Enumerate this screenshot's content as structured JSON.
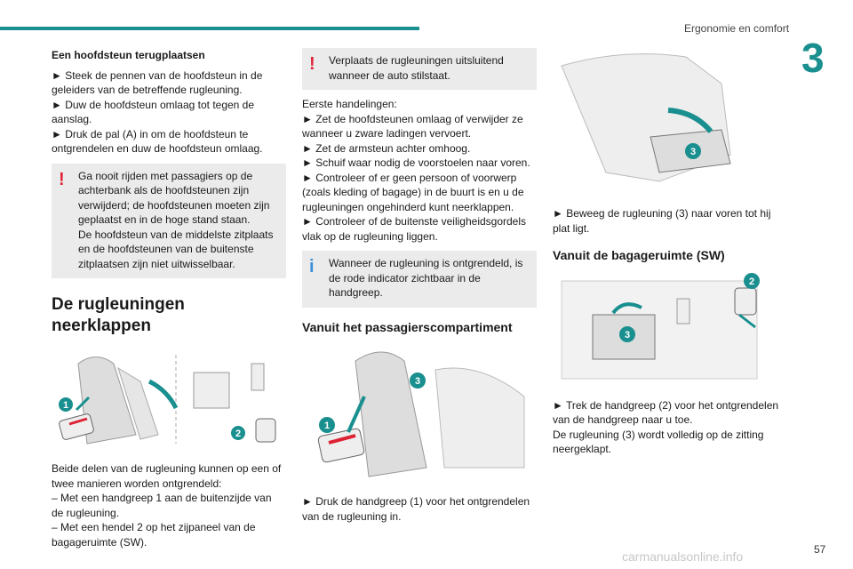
{
  "header": {
    "section_title": "Ergonomie en comfort",
    "chapter_number": "3",
    "accent_color": "#1a8f8f"
  },
  "col1": {
    "heading": "Een hoofdsteun terugplaatsen",
    "steps": [
      "► Steek de pennen van de hoofdsteun in de geleiders van de betreffende rugleuning.",
      "► Duw de hoofdsteun omlaag tot tegen de aanslag.",
      "► Druk de pal (A) in om de hoofdsteun te ontgrendelen en duw de hoofdsteun omlaag."
    ],
    "warning": {
      "icon": "warning-icon",
      "line1": "Ga nooit rijden met passagiers op de achterbank als de hoofdsteunen zijn verwijderd; de hoofdsteunen moeten zijn geplaatst en in de hoge stand staan.",
      "line2": "De hoofdsteun van de middelste zitplaats en de hoofdsteunen van de buitenste zitplaatsen zijn niet uitwisselbaar."
    },
    "big_heading": "De rugleuningen neerklappen",
    "figure_labels": [
      "1",
      "2"
    ],
    "intro": "Beide delen van de rugleuning kunnen op een of twee manieren worden ontgrendeld:",
    "items": [
      "– Met een handgreep 1 aan de buitenzijde van de rugleuning.",
      "– Met een hendel 2 op het zijpaneel van de bagageruimte (SW)."
    ]
  },
  "col2": {
    "warning": {
      "icon": "warning-icon",
      "text": "Verplaats de rugleuningen uitsluitend wanneer de auto stilstaat."
    },
    "intro": "Eerste handelingen:",
    "steps": [
      "► Zet de hoofdsteunen omlaag of verwijder ze wanneer u zware ladingen vervoert.",
      "► Zet de armsteun achter omhoog.",
      "► Schuif waar nodig de voorstoelen naar voren.",
      "► Controleer of er geen persoon of voorwerp (zoals kleding of bagage) in de buurt is en u de rugleuningen ongehinderd kunt neerklappen.",
      "► Controleer of de buitenste veiligheidsgordels vlak op de rugleuning liggen."
    ],
    "info": {
      "icon": "info-icon",
      "text": "Wanneer de rugleuning is ontgrendeld, is de rode indicator zichtbaar in de handgreep."
    },
    "subheading": "Vanuit het passagierscompartiment",
    "figure_labels": [
      "3",
      "1"
    ],
    "caption": "► Druk de handgreep (1) voor het ontgrendelen van de rugleuning in."
  },
  "col3": {
    "figure_labels": [
      "3"
    ],
    "caption": "► Beweeg de rugleuning (3) naar voren tot hij plat ligt.",
    "subheading": "Vanuit de bagageruimte (SW)",
    "figure2_labels": [
      "2",
      "3"
    ],
    "caption2_line1": "► Trek de handgreep (2) voor het ontgrendelen van de handgreep naar u toe.",
    "caption2_line2": "De rugleuning (3) wordt volledig op de zitting neergeklapt."
  },
  "footer": {
    "page_number": "57",
    "watermark": "carmanualsonline.info"
  }
}
